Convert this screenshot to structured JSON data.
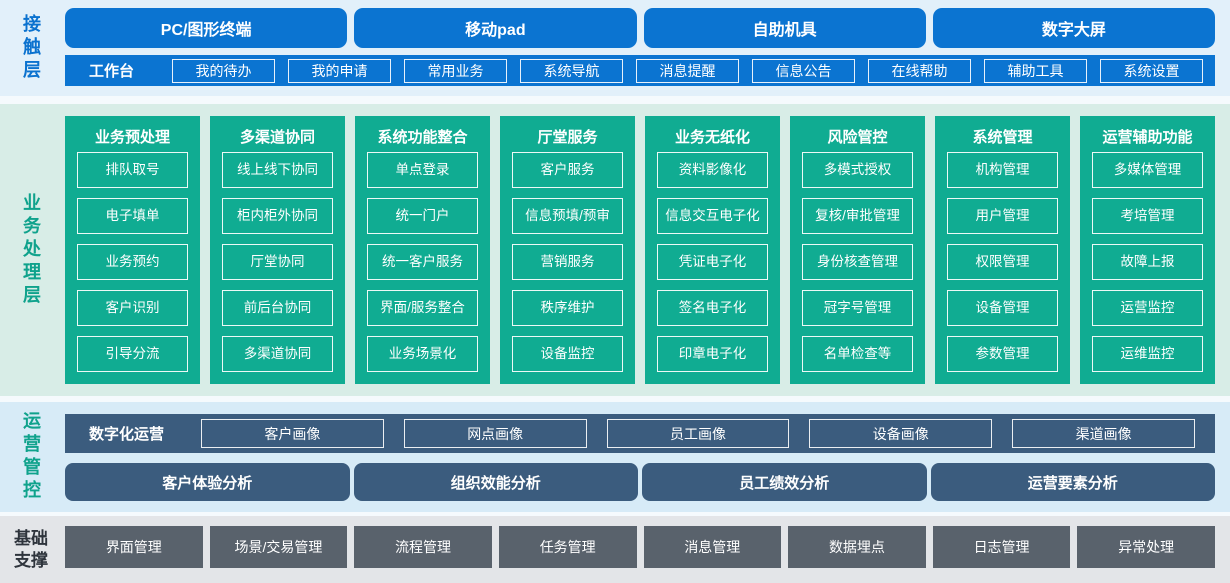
{
  "colors": {
    "blue": "#0b74d1",
    "teal": "#10ac92",
    "slate_blue": "#3b5c7e",
    "gray": "#59626c",
    "contact_bg": "#e2f0fa",
    "business_bg": "#d8ede7",
    "operations_bg": "#d7ebf7",
    "foundation_bg": "#e3e5e8"
  },
  "layers": {
    "contact": {
      "label": "接触层",
      "terminals": [
        "PC/图形终端",
        "移动pad",
        "自助机具",
        "数字大屏"
      ],
      "workbench_label": "工作台",
      "workbench_items": [
        "我的待办",
        "我的申请",
        "常用业务",
        "系统导航",
        "消息提醒",
        "信息公告",
        "在线帮助",
        "辅助工具",
        "系统设置"
      ]
    },
    "business": {
      "label": "业务处理层",
      "columns": [
        {
          "title": "业务预处理",
          "items": [
            "排队取号",
            "电子填单",
            "业务预约",
            "客户识别",
            "引导分流"
          ]
        },
        {
          "title": "多渠道协同",
          "items": [
            "线上线下协同",
            "柜内柜外协同",
            "厅堂协同",
            "前后台协同",
            "多渠道协同"
          ]
        },
        {
          "title": "系统功能整合",
          "items": [
            "单点登录",
            "统一门户",
            "统一客户服务",
            "界面/服务整合",
            "业务场景化"
          ]
        },
        {
          "title": "厅堂服务",
          "items": [
            "客户服务",
            "信息预填/预审",
            "营销服务",
            "秩序维护",
            "设备监控"
          ]
        },
        {
          "title": "业务无纸化",
          "items": [
            "资料影像化",
            "信息交互电子化",
            "凭证电子化",
            "签名电子化",
            "印章电子化"
          ]
        },
        {
          "title": "风险管控",
          "items": [
            "多模式授权",
            "复核/审批管理",
            "身份核查管理",
            "冠字号管理",
            "名单检查等"
          ]
        },
        {
          "title": "系统管理",
          "items": [
            "机构管理",
            "用户管理",
            "权限管理",
            "设备管理",
            "参数管理"
          ]
        },
        {
          "title": "运营辅助功能",
          "items": [
            "多媒体管理",
            "考培管理",
            "故障上报",
            "运营监控",
            "运维监控"
          ]
        }
      ]
    },
    "operations": {
      "label": "运营管控",
      "digital_label": "数字化运营",
      "profiles": [
        "客户画像",
        "网点画像",
        "员工画像",
        "设备画像",
        "渠道画像"
      ],
      "analyses": [
        "客户体验分析",
        "组织效能分析",
        "员工绩效分析",
        "运营要素分析"
      ]
    },
    "foundation": {
      "label": "基础支撑",
      "items": [
        "界面管理",
        "场景/交易管理",
        "流程管理",
        "任务管理",
        "消息管理",
        "数据埋点",
        "日志管理",
        "异常处理"
      ]
    }
  }
}
